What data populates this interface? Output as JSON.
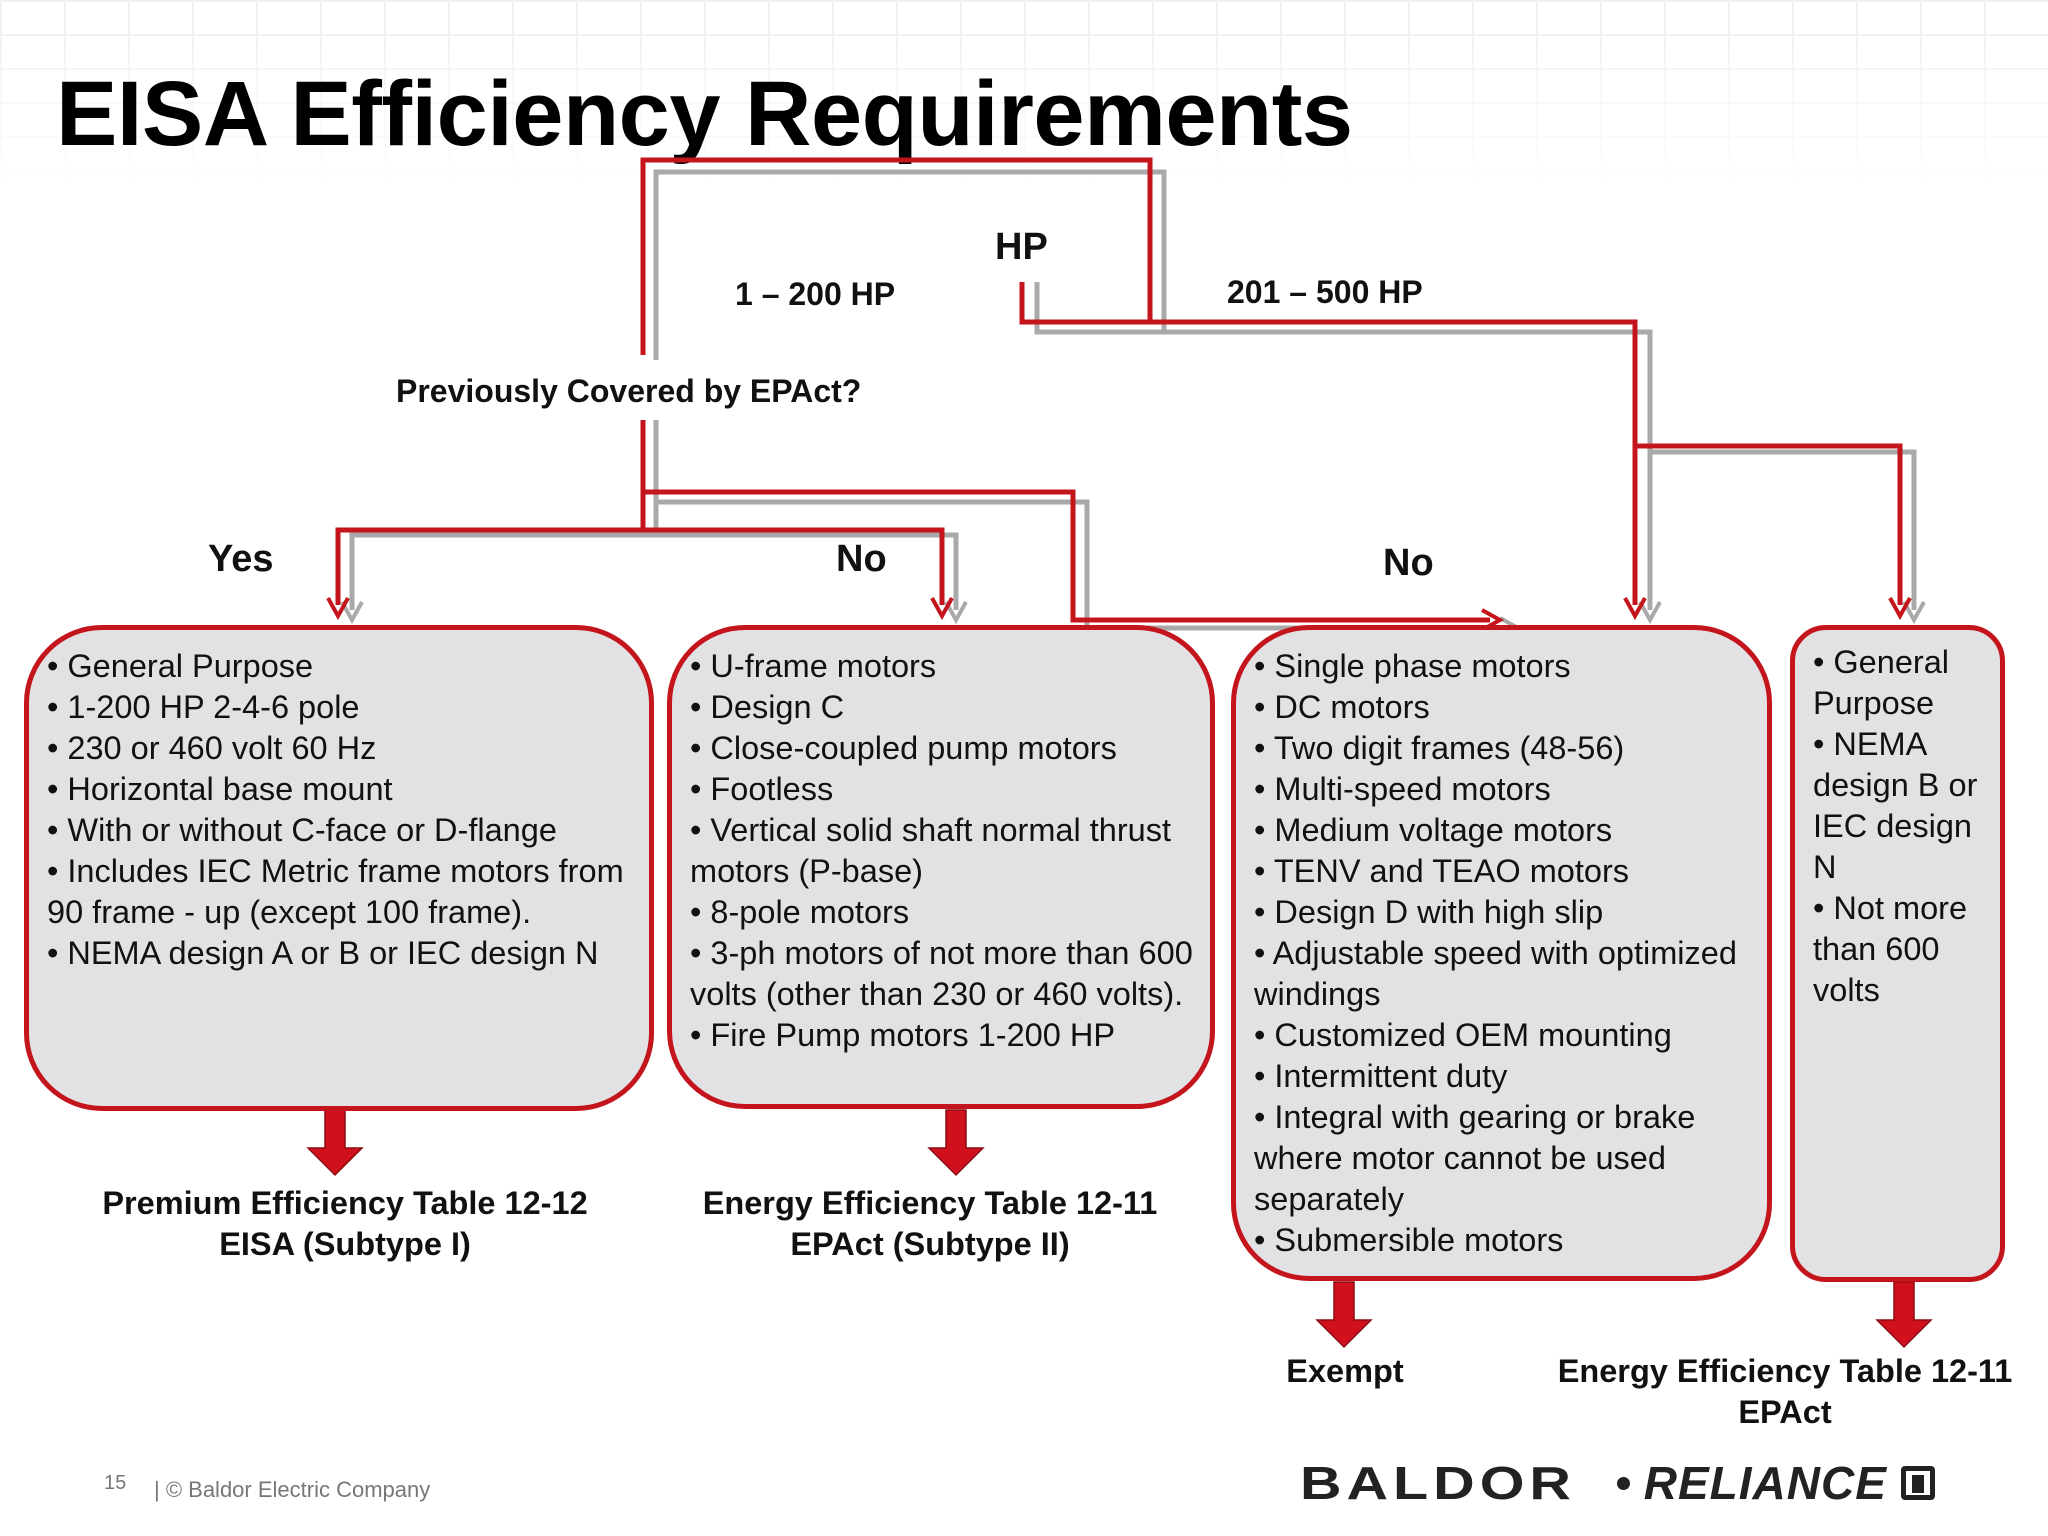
{
  "title": "EISA Efficiency Requirements",
  "decision_labels": {
    "hp": "HP",
    "range_low": "1 – 200 HP",
    "range_high": "201 – 500 HP",
    "question": "Previously Covered by EPAct?",
    "yes": "Yes",
    "no_middle": "No",
    "no_right": "No"
  },
  "boxes": [
    {
      "items": [
        "• General Purpose",
        "• 1-200 HP 2-4-6 pole",
        "• 230 or 460 volt 60 Hz",
        "• Horizontal base mount",
        "• With or without C-face or D-flange",
        "• Includes IEC Metric frame motors from 90 frame - up (except 100 frame).",
        "• NEMA design A or B or IEC design N"
      ]
    },
    {
      "items": [
        "• U-frame motors",
        "• Design C",
        "• Close-coupled pump motors",
        "• Footless",
        "• Vertical solid shaft normal thrust motors (P-base)",
        "• 8-pole motors",
        "• 3-ph motors of not more than 600 volts (other than 230 or 460 volts).",
        "• Fire Pump motors 1-200 HP"
      ]
    },
    {
      "items": [
        "• Single phase motors",
        "• DC motors",
        "• Two digit frames (48-56)",
        "• Multi-speed motors",
        "• Medium voltage motors",
        "• TENV and TEAO motors",
        "• Design D with high slip",
        "• Adjustable speed with optimized windings",
        "• Customized OEM mounting",
        "• Intermittent duty",
        "• Integral with gearing or brake where motor cannot be used separately",
        "• Submersible motors"
      ]
    },
    {
      "items": [
        "• General Purpose",
        "• NEMA design B or IEC design N",
        "• Not more than 600 volts"
      ]
    }
  ],
  "outcomes": {
    "o1_line1": "Premium Efficiency Table 12-12",
    "o1_line2": "EISA (Subtype I)",
    "o2_line1": "Energy Efficiency Table 12-11",
    "o2_line2": "EPAct (Subtype II)",
    "o3_line1": "Exempt",
    "o4_line1": "Energy Efficiency Table 12-11",
    "o4_line2": "EPAct"
  },
  "footer": {
    "page_number": "15",
    "copyright": "| © Baldor Electric Company"
  },
  "logo": {
    "left": "BALDOR",
    "right": "RELIANCE"
  },
  "colors": {
    "line_red": "#c4141c",
    "line_gray": "#a9a9a9",
    "box_fill": "#e2e2e4",
    "arrow_red": "#d0101c"
  }
}
